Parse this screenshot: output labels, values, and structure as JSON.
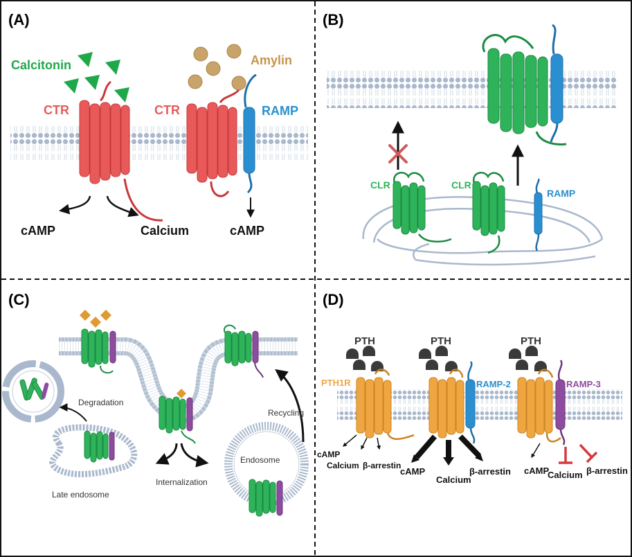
{
  "colors": {
    "calcitonin": "#1fa84a",
    "amylin": "#c8934a",
    "ctr": "#e85a5a",
    "ramp_blue": "#2a8fd0",
    "clr_green": "#2fb35a",
    "pth1r": "#f0a640",
    "ramp3_purple": "#8e4ca0",
    "membrane_head": "#a9b8cc",
    "inhibit_red": "#d63a3a"
  },
  "panel_a": {
    "letter": "(A)",
    "calcitonin_label": "Calcitonin",
    "amylin_label": "Amylin",
    "ctr_left_label": "CTR",
    "ctr_right_label": "CTR",
    "ramp_label": "RAMP",
    "out_camp_left": "cAMP",
    "out_calcium": "Calcium",
    "out_camp_right": "cAMP"
  },
  "panel_b": {
    "letter": "(B)",
    "clr_left_label": "CLR",
    "clr_mid_label": "CLR",
    "ramp_label": "RAMP"
  },
  "panel_c": {
    "letter": "(C)",
    "degradation": "Degradation",
    "recycling": "Recycling",
    "endosome": "Endosome",
    "late_endosome": "Late endosome",
    "internalization": "Internalization"
  },
  "panel_d": {
    "letter": "(D)",
    "pth_1": "PTH",
    "pth_2": "PTH",
    "pth_3": "PTH",
    "pth1r_label": "PTH1R",
    "ramp2_label": "RAMP-2",
    "ramp3_label": "RAMP-3",
    "g1_camp": "cAMP",
    "g1_calcium": "Calcium",
    "g1_arrestin": "β-arrestin",
    "g2_camp": "cAMP",
    "g2_calcium": "Calcium",
    "g2_arrestin": "β-arrestin",
    "g3_camp": "cAMP",
    "g3_calcium": "Calcium",
    "g3_arrestin": "β-arrestin"
  }
}
